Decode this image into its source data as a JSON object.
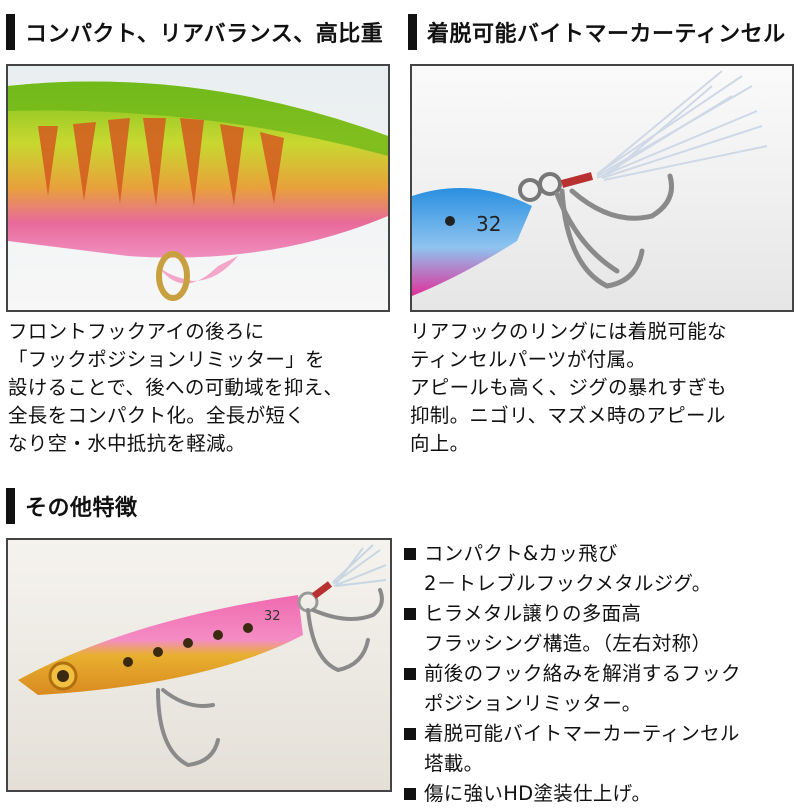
{
  "section1": {
    "heading": "コンパクト、リアバランス、高比重",
    "lines": [
      "フロントフックアイの後ろに",
      "「フックポジションリミッター」を",
      "設けることで、後への可動域を抑え、",
      "全長をコンパクト化。全長が短く",
      "なり空・水中抵抗を軽減。"
    ]
  },
  "section2": {
    "heading": "着脱可能バイトマーカーティンセル",
    "lure_number": "32",
    "lines": [
      "リアフックのリングには着脱可能な",
      "ティンセルパーツが付属。",
      "アピールも高く、ジグの暴れすぎも",
      "抑制。ニゴリ、マズメ時のアピール",
      "向上。"
    ]
  },
  "section3": {
    "heading": "その他特徴",
    "lure_number": "32",
    "features": [
      {
        "line1": "コンパクト&カッ飛び",
        "line2": "2－トレブルフックメタルジグ。"
      },
      {
        "line1": "ヒラメタル譲りの多面高",
        "line2": "フラッシング構造。（左右対称）"
      },
      {
        "line1": "前後のフック絡みを解消するフック",
        "line2": "ポジションリミッター。"
      },
      {
        "line1": "着脱可能バイトマーカーティンセル",
        "line2": "塔載。"
      },
      {
        "line1": "傷に強いHD塗装仕上げ。",
        "line2": ""
      }
    ]
  }
}
